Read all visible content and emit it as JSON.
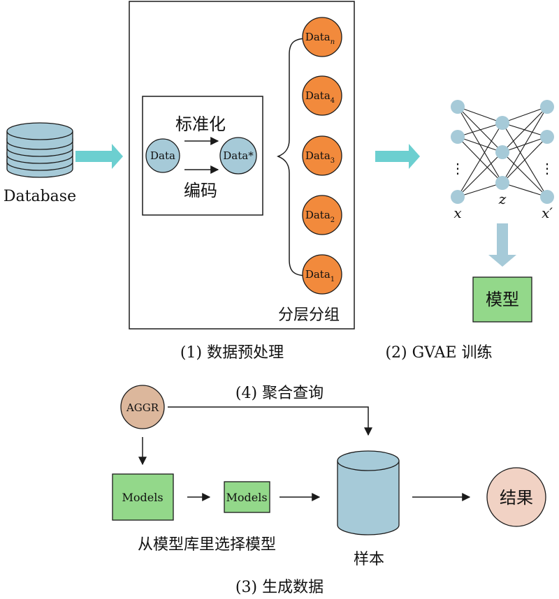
{
  "colors": {
    "teal": "#6ccfd0",
    "blue_node": "#a6cad8",
    "orange_node": "#f28a3c",
    "green_box": "#93d88a",
    "tan_node": "#dcb79c",
    "result_node": "#f1d2c4",
    "stroke": "#1a1a1a"
  },
  "database": {
    "label": "Database"
  },
  "preprocess": {
    "data_label": "Data",
    "data_star_label": "Data*",
    "standardize_label": "标准化",
    "encode_label": "编码",
    "groups": [
      {
        "base": "Data",
        "sub": "n"
      },
      {
        "base": "Data",
        "sub": "4"
      },
      {
        "base": "Data",
        "sub": "3"
      },
      {
        "base": "Data",
        "sub": "2"
      },
      {
        "base": "Data",
        "sub": "1"
      }
    ],
    "group_label": "分层分组",
    "caption": "(1) 数据预处理"
  },
  "training": {
    "x_label": "x",
    "z_label": "z",
    "xprime_label": "x′",
    "ellipsis": "⋮",
    "model_label": "模型",
    "caption": "(2) GVAE 训练"
  },
  "generation": {
    "aggr_label": "AGGR",
    "query_label": "(4) 聚合查询",
    "models_label_1": "Models",
    "models_label_2": "Models",
    "select_label": "从模型库里选择模型",
    "sample_label": "样本",
    "result_label": "结果",
    "caption": "(3) 生成数据"
  }
}
